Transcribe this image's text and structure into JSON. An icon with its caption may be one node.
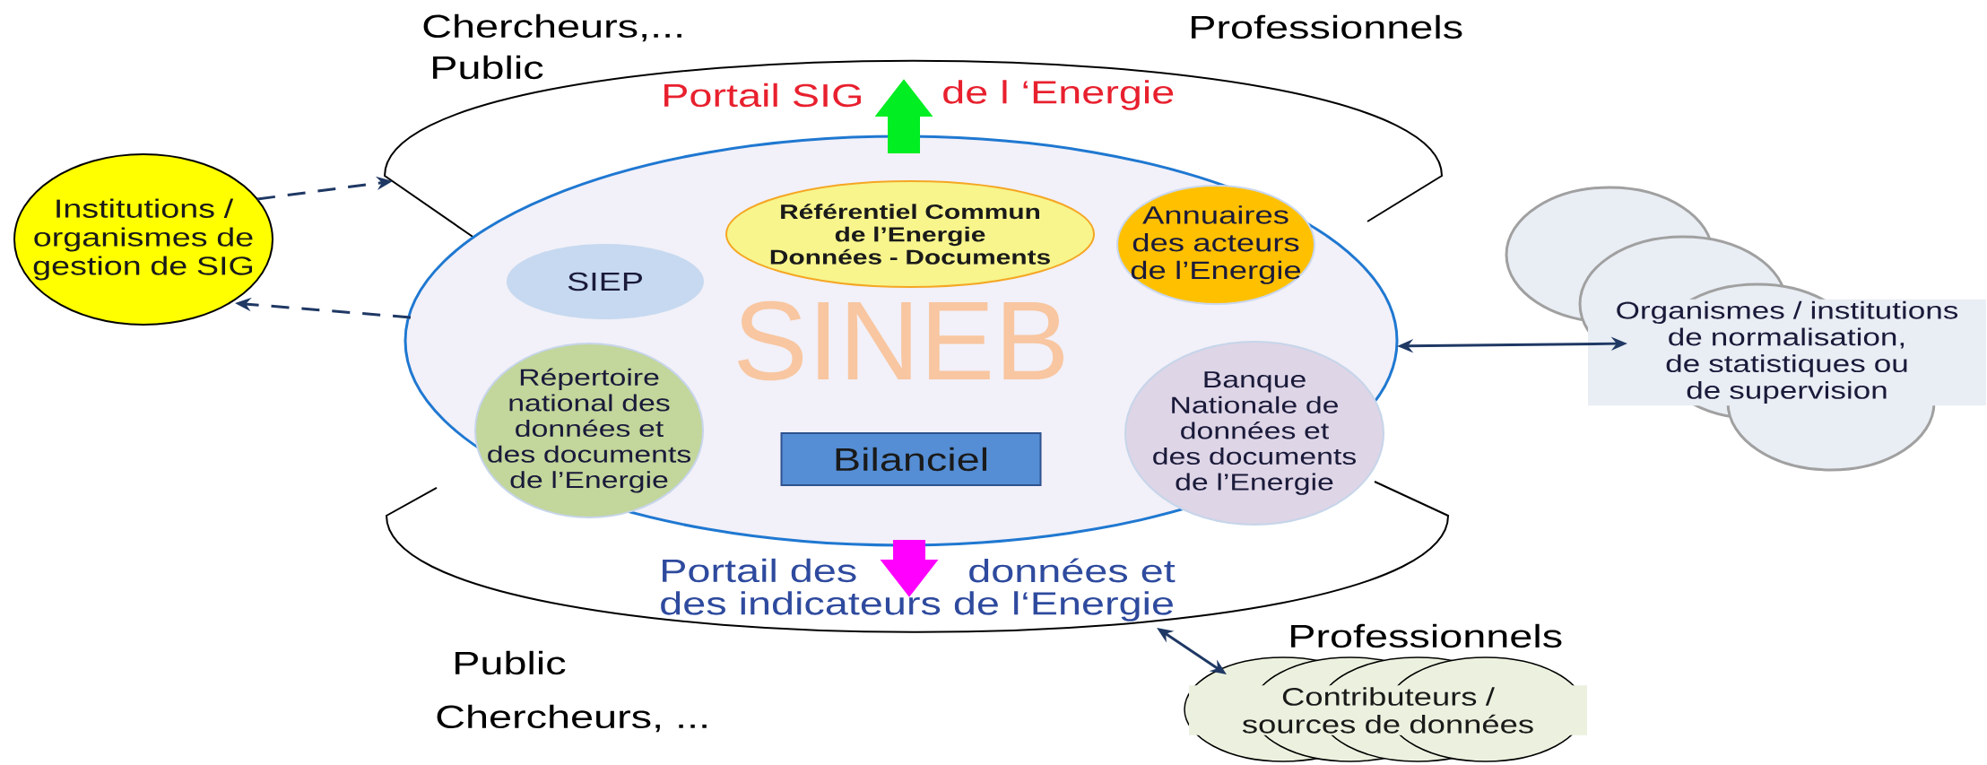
{
  "diagram": {
    "nodes": [
      {
        "text": [
          "Portail SIG",
          "de l ‘Energie"
        ]
      },
      {
        "text": [
          "Portail des",
          "données et",
          "des indicateurs de l‘Energie"
        ]
      },
      {
        "text": [
          "SINEB"
        ]
      },
      {
        "text": [
          "Référentiel Commun de l’Energie",
          "Données - Documents"
        ],
        "in": 2
      },
      {
        "text": [
          "Annuaires des acteurs de l’Energie"
        ],
        "in": 2
      },
      {
        "text": [
          "SIEP"
        ],
        "in": 2
      },
      {
        "text": [
          "Répertoire national des données et des documents de l’Energie"
        ],
        "in": 2
      },
      {
        "text": [
          "Bilanciel"
        ],
        "in": 2
      },
      {
        "text": [
          "Banque Nationale de données et des documents de l’Energie"
        ],
        "in": 2
      },
      {
        "text": [
          "Institutions / organismes de gestion de SIG"
        ]
      },
      {
        "text": [
          "Organismes / institutions de normalisation, de statistiques ou de supervision"
        ]
      },
      {
        "text": [
          "Contributeurs / sources de données"
        ]
      }
    ],
    "edges": [
      {
        "from": 9,
        "to": 0,
        "arrow": "to",
        "style": "dashed"
      },
      {
        "from": 2,
        "to": 9,
        "arrow": "to",
        "style": "dashed"
      },
      {
        "from": 2,
        "to": 0,
        "arrow": "to",
        "style": "thick",
        "color": "#00ee22"
      },
      {
        "from": 2,
        "to": 1,
        "arrow": "to",
        "style": "thick",
        "color": "#ff00ff"
      },
      {
        "from": 2,
        "to": 10,
        "arrow": "both"
      },
      {
        "from": 1,
        "to": 11,
        "arrow": "both"
      }
    ],
    "labels": [
      "Chercheurs,...",
      "Professionnels",
      "Public",
      "Professionnels",
      "Public",
      "Chercheurs, ..."
    ]
  }
}
